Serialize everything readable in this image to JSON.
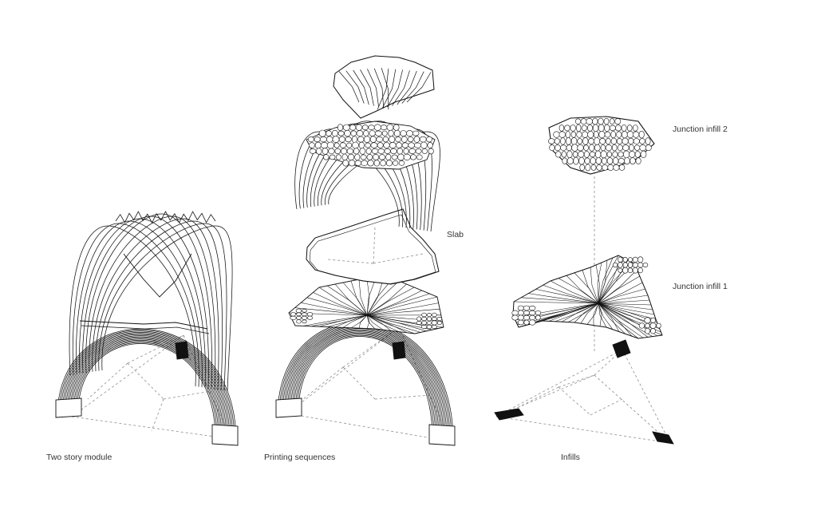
{
  "labels": {
    "two_story": "Two story module",
    "printing": "Printing sequences",
    "infills": "Infills",
    "slab": "Slab",
    "junction1": "Junction infill 1",
    "junction2": "Junction infill 2"
  },
  "colors": {
    "stroke": "#111111",
    "dashed": "#9a9a9a",
    "fill": "#ffffff",
    "solid": "#111111"
  }
}
